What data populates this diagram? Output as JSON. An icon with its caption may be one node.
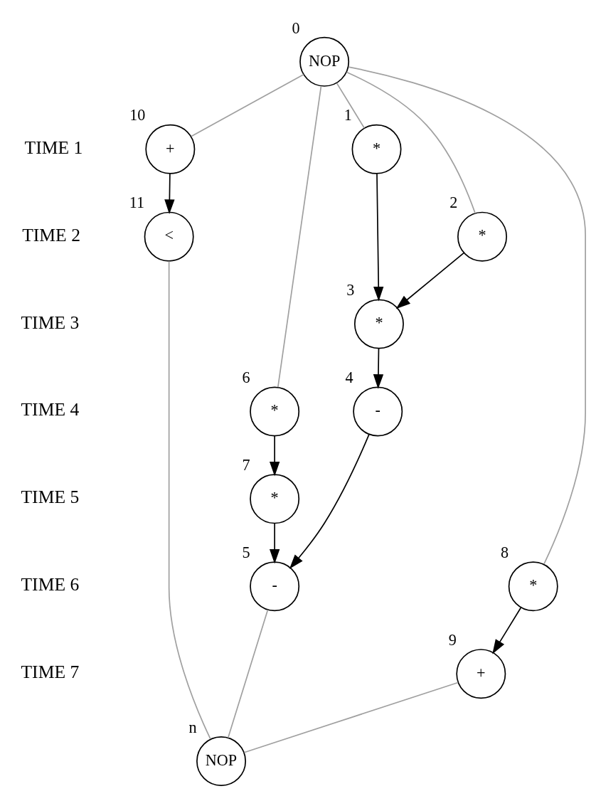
{
  "diagram": {
    "nodes": [
      {
        "text": [
          "NOP"
        ],
        "beside": [
          "0"
        ]
      },
      {
        "text": [
          "*"
        ],
        "beside": [
          "1"
        ]
      },
      {
        "text": [
          "+"
        ],
        "beside": [
          "10"
        ]
      },
      {
        "text": [
          "*"
        ],
        "beside": [
          "2"
        ]
      },
      {
        "text": [
          "<"
        ],
        "beside": [
          "11"
        ]
      },
      {
        "text": [
          "*"
        ],
        "beside": [
          "3"
        ]
      },
      {
        "text": [
          "*"
        ],
        "beside": [
          "6"
        ]
      },
      {
        "text": [
          "-"
        ],
        "beside": [
          "4"
        ]
      },
      {
        "text": [
          "*"
        ],
        "beside": [
          "7"
        ]
      },
      {
        "text": [
          "*"
        ],
        "beside": [
          "8"
        ]
      },
      {
        "text": [
          "-"
        ],
        "beside": [
          "5"
        ]
      },
      {
        "text": [
          "+"
        ],
        "beside": [
          "9"
        ]
      },
      {
        "text": [
          "NOP"
        ],
        "beside": [
          "n"
        ]
      }
    ],
    "edges": [
      {
        "from": 0,
        "to": 1,
        "arrow": "none",
        "color": "#a0a0a0"
      },
      {
        "from": 0,
        "to": 2,
        "arrow": "none",
        "color": "#a0a0a0"
      },
      {
        "from": 0,
        "to": 3,
        "arrow": "none",
        "color": "#a0a0a0"
      },
      {
        "from": 0,
        "to": 6,
        "arrow": "none",
        "color": "#a0a0a0"
      },
      {
        "from": 0,
        "to": 9,
        "arrow": "none",
        "color": "#a0a0a0"
      },
      {
        "from": 1,
        "to": 5,
        "arrow": "to",
        "color": "#000000"
      },
      {
        "from": 3,
        "to": 5,
        "arrow": "to",
        "color": "#000000"
      },
      {
        "from": 2,
        "to": 4,
        "arrow": "to",
        "color": "#000000"
      },
      {
        "from": 5,
        "to": 7,
        "arrow": "to",
        "color": "#000000"
      },
      {
        "from": 6,
        "to": 8,
        "arrow": "to",
        "color": "#000000"
      },
      {
        "from": 7,
        "to": 10,
        "arrow": "to",
        "color": "#000000"
      },
      {
        "from": 8,
        "to": 10,
        "arrow": "to",
        "color": "#000000"
      },
      {
        "from": 9,
        "to": 11,
        "arrow": "to",
        "color": "#000000"
      },
      {
        "from": 4,
        "to": 12,
        "arrow": "none",
        "color": "#a0a0a0"
      },
      {
        "from": 10,
        "to": 12,
        "arrow": "none",
        "color": "#a0a0a0"
      },
      {
        "from": 11,
        "to": 12,
        "arrow": "none",
        "color": "#a0a0a0"
      }
    ],
    "labels": [
      "TIME 1",
      "TIME 2",
      "TIME 3",
      "TIME 4",
      "TIME 5",
      "TIME 6",
      "TIME 7"
    ]
  }
}
